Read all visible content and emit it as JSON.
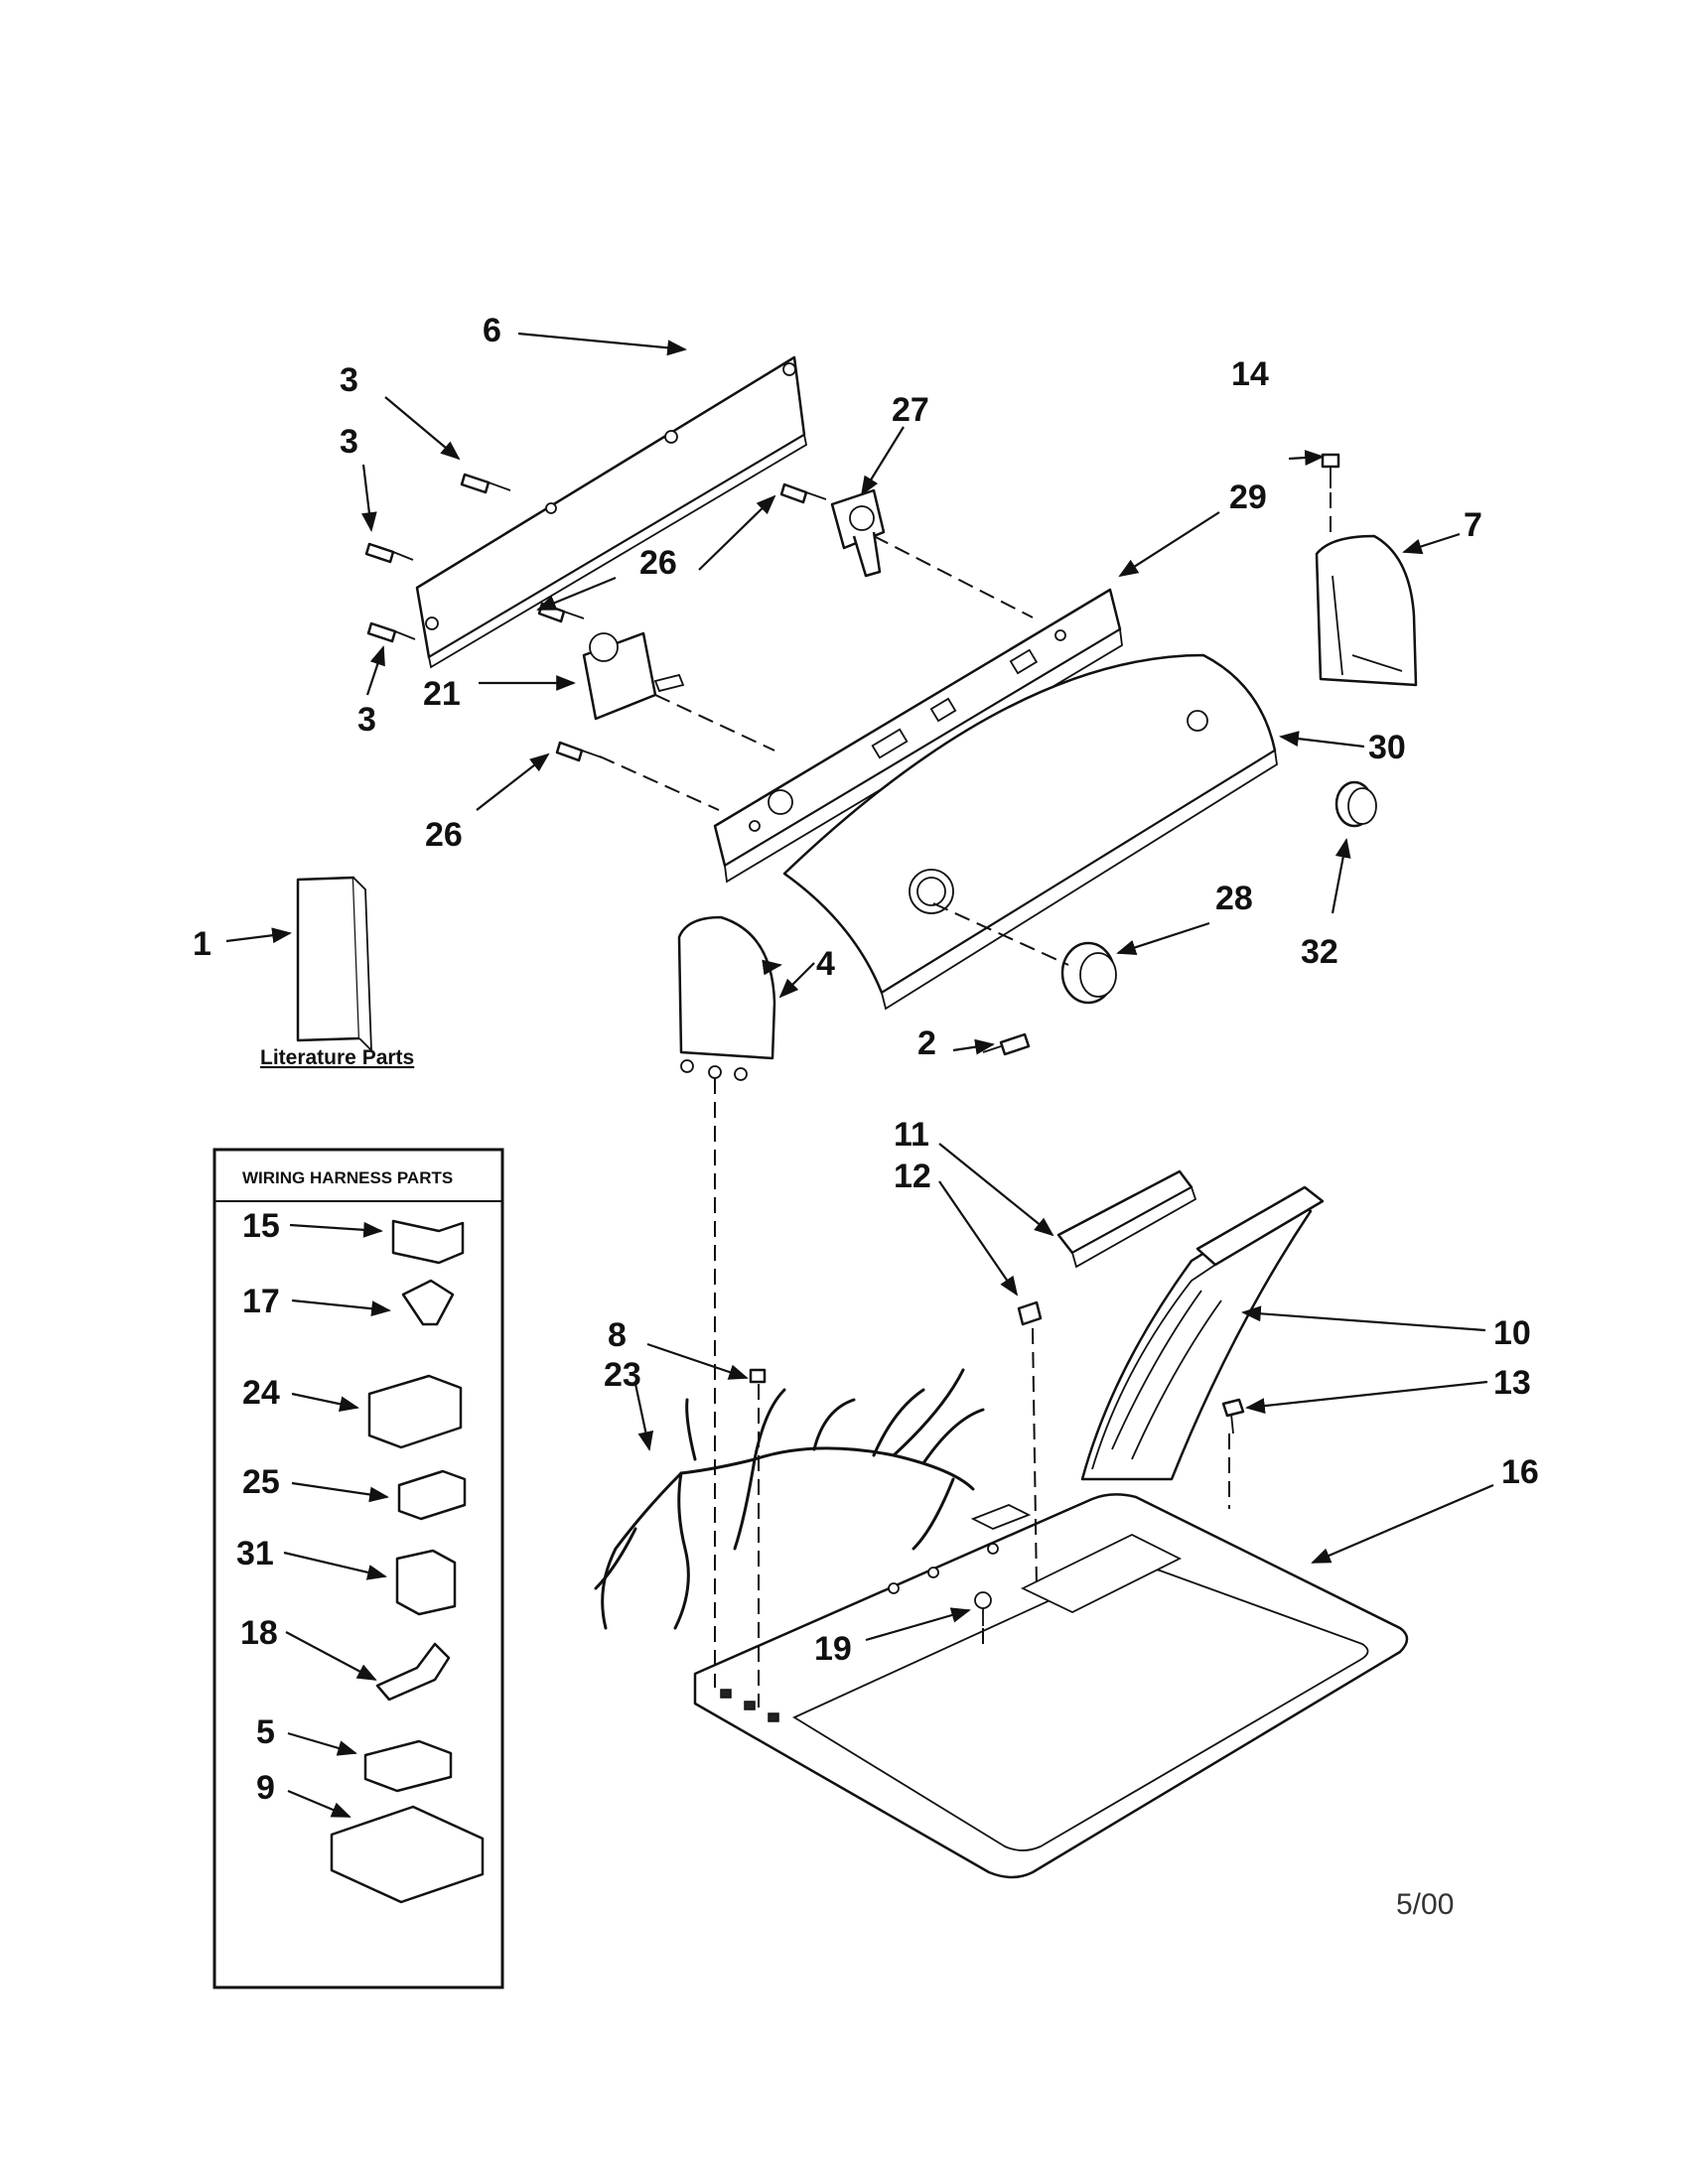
{
  "callouts": {
    "c1": "1",
    "c2": "2",
    "c3a": "3",
    "c3b": "3",
    "c3c": "3",
    "c4": "4",
    "c5": "5",
    "c6": "6",
    "c7": "7",
    "c8": "8",
    "c9": "9",
    "c10": "10",
    "c11": "11",
    "c12": "12",
    "c13": "13",
    "c14": "14",
    "c15": "15",
    "c16": "16",
    "c17": "17",
    "c18": "18",
    "c19": "19",
    "c21": "21",
    "c23": "23",
    "c24": "24",
    "c25": "25",
    "c26a": "26",
    "c26b": "26",
    "c27": "27",
    "c28": "28",
    "c29": "29",
    "c30": "30",
    "c31": "31",
    "c32": "32"
  },
  "literature_label": "Literature Parts",
  "wiring_box_title": "WIRING HARNESS PARTS",
  "date_code": "5/00"
}
